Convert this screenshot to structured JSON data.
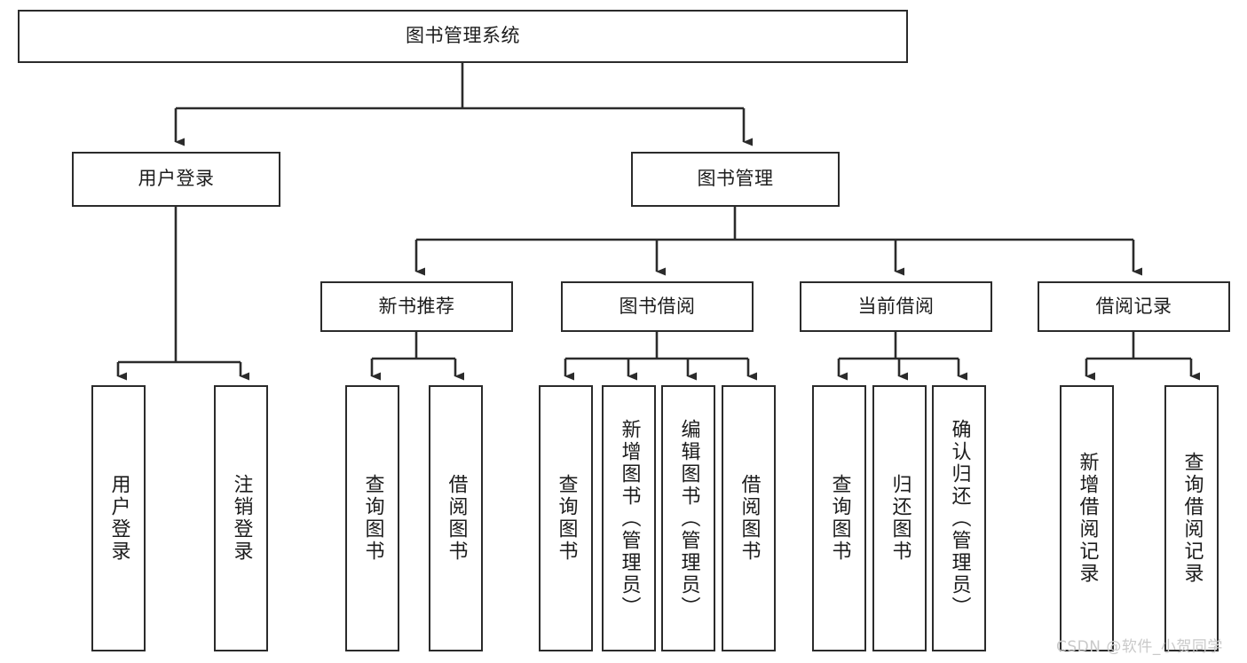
{
  "diagram": {
    "type": "tree-hierarchy-chart",
    "title": "图书管理系统",
    "stroke_color": "#2b2b2b",
    "text_color": "#1c1c1c",
    "background": "#ffffff",
    "nodes": {
      "root": {
        "label": "图书管理系统",
        "level": 0,
        "orientation": "horizontal"
      },
      "user_login": {
        "label": "用户登录",
        "level": 1,
        "orientation": "horizontal"
      },
      "book_manage": {
        "label": "图书管理",
        "level": 1,
        "orientation": "horizontal"
      },
      "new_book_rec": {
        "label": "新书推荐",
        "level": 2,
        "orientation": "horizontal"
      },
      "book_borrow": {
        "label": "图书借阅",
        "level": 2,
        "orientation": "horizontal"
      },
      "current_borrow": {
        "label": "当前借阅",
        "level": 2,
        "orientation": "horizontal"
      },
      "borrow_record": {
        "label": "借阅记录",
        "level": 2,
        "orientation": "horizontal"
      },
      "leaf_user_login": {
        "label": "用户登录",
        "level": 3,
        "orientation": "vertical"
      },
      "leaf_logout": {
        "label": "注销登录",
        "level": 3,
        "orientation": "vertical"
      },
      "leaf_query_book_a": {
        "label": "查询图书",
        "level": 3,
        "orientation": "vertical"
      },
      "leaf_borrow_book_a": {
        "label": "借阅图书",
        "level": 3,
        "orientation": "vertical"
      },
      "leaf_query_book_b": {
        "label": "查询图书",
        "level": 3,
        "orientation": "vertical"
      },
      "leaf_add_book": {
        "label": "新增图书（管理员）",
        "level": 3,
        "orientation": "vertical"
      },
      "leaf_edit_book": {
        "label": "编辑图书（管理员）",
        "level": 3,
        "orientation": "vertical"
      },
      "leaf_borrow_book_b": {
        "label": "借阅图书",
        "level": 3,
        "orientation": "vertical"
      },
      "leaf_query_book_c": {
        "label": "查询图书",
        "level": 3,
        "orientation": "vertical"
      },
      "leaf_return_book": {
        "label": "归还图书",
        "level": 3,
        "orientation": "vertical"
      },
      "leaf_confirm_return": {
        "label": "确认归还（管理员）",
        "level": 3,
        "orientation": "vertical"
      },
      "leaf_add_record": {
        "label": "新增借阅记录",
        "level": 3,
        "orientation": "vertical"
      },
      "leaf_query_record": {
        "label": "查询借阅记录",
        "level": 3,
        "orientation": "vertical"
      }
    },
    "edges": [
      {
        "from": "root",
        "to": "user_login"
      },
      {
        "from": "root",
        "to": "book_manage"
      },
      {
        "from": "user_login",
        "to": "leaf_user_login"
      },
      {
        "from": "user_login",
        "to": "leaf_logout"
      },
      {
        "from": "book_manage",
        "to": "new_book_rec"
      },
      {
        "from": "book_manage",
        "to": "book_borrow"
      },
      {
        "from": "book_manage",
        "to": "current_borrow"
      },
      {
        "from": "book_manage",
        "to": "borrow_record"
      },
      {
        "from": "new_book_rec",
        "to": "leaf_query_book_a"
      },
      {
        "from": "new_book_rec",
        "to": "leaf_borrow_book_a"
      },
      {
        "from": "book_borrow",
        "to": "leaf_query_book_b"
      },
      {
        "from": "book_borrow",
        "to": "leaf_add_book"
      },
      {
        "from": "book_borrow",
        "to": "leaf_edit_book"
      },
      {
        "from": "book_borrow",
        "to": "leaf_borrow_book_b"
      },
      {
        "from": "current_borrow",
        "to": "leaf_query_book_c"
      },
      {
        "from": "current_borrow",
        "to": "leaf_return_book"
      },
      {
        "from": "current_borrow",
        "to": "leaf_confirm_return"
      },
      {
        "from": "borrow_record",
        "to": "leaf_add_record"
      },
      {
        "from": "borrow_record",
        "to": "leaf_query_record"
      }
    ]
  },
  "watermark": {
    "text": "CSDN @软件_小贺同学"
  }
}
